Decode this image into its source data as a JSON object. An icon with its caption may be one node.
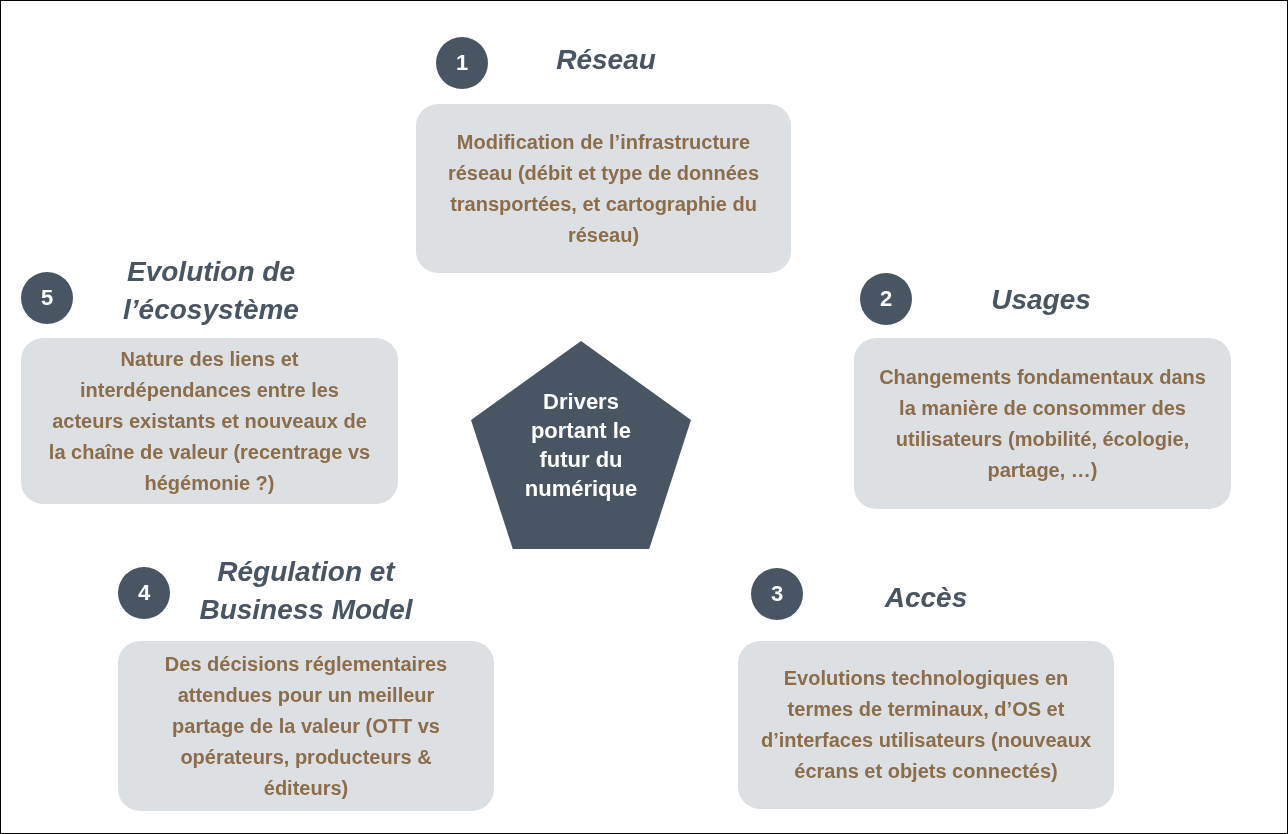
{
  "diagram": {
    "nodes": [
      {
        "text": [
          "1"
        ]
      },
      {
        "text": [
          "Réseau",
          "Modification de l’infrastructure réseau (débit et type de données transportées, et cartographie du réseau)"
        ]
      },
      {
        "text": [
          "5"
        ]
      },
      {
        "text": [
          "Evolution de l’écosystème",
          "Nature des liens et interdépendances entre les acteurs existants et nouveaux de la chaîne de valeur (recentrage vs hégémonie ?)"
        ]
      },
      {
        "text": [
          "2"
        ]
      },
      {
        "text": [
          "Usages",
          "Changements fondamentaux dans la manière de consommer des utilisateurs (mobilité, écologie, partage, …)"
        ]
      },
      {
        "text": [
          "Drivers portant le futur du numérique"
        ]
      },
      {
        "text": [
          "4"
        ]
      },
      {
        "text": [
          "Régulation et Business Model",
          "Des décisions réglementaires attendues pour un meilleur partage de la valeur (OTT vs opérateurs, producteurs & éditeurs)"
        ]
      },
      {
        "text": [
          "3"
        ]
      },
      {
        "text": [
          "Accès",
          "Evolutions technologiques en termes de terminaux, d’OS et d’interfaces utilisateurs (nouveaux écrans et objets connectés)"
        ]
      }
    ],
    "edges": []
  }
}
